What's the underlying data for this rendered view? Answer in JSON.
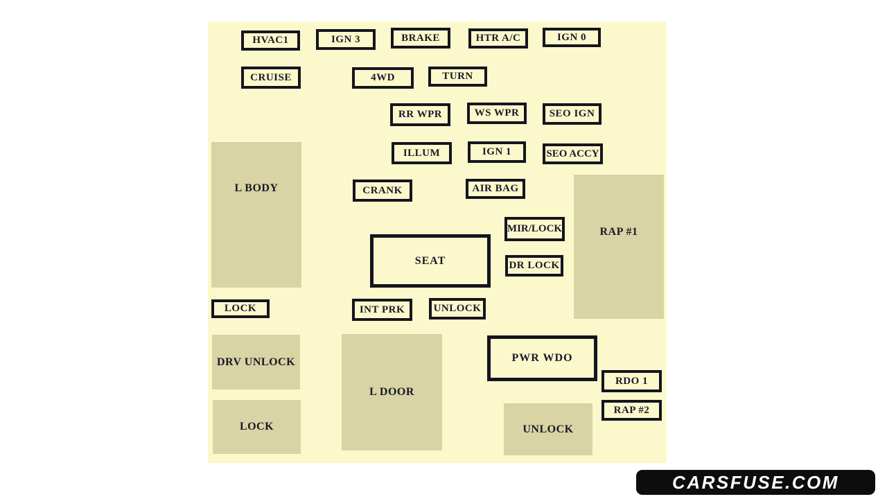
{
  "labels": {
    "hvac1": "HVAC1",
    "ign3": "IGN 3",
    "brake": "BRAKE",
    "htr_ac": "HTR A/C",
    "ign0": "IGN 0",
    "cruise": "CRUISE",
    "fourwd": "4WD",
    "turn": "TURN",
    "rr_wpr": "RR WPR",
    "ws_wpr": "WS WPR",
    "seo_ign": "SEO IGN",
    "illum": "ILLUM",
    "ign1": "IGN 1",
    "seo_accy": "SEO ACCY",
    "crank": "CRANK",
    "air_bag": "AIR BAG",
    "mir_lock": "MIR/LOCK",
    "seat": "SEAT",
    "dr_lock": "DR LOCK",
    "lock_mid": "LOCK",
    "int_prk": "INT PRK",
    "unlock_mid": "UNLOCK",
    "pwr_wdo": "PWR WDO",
    "rdo1": "RDO 1",
    "rap2": "RAP #2",
    "l_body": "L BODY",
    "rap1": "RAP #1",
    "drv_unlock": "DRV UNLOCK",
    "lock_bottom": "LOCK",
    "l_door": "L DOOR",
    "unlock_bottom": "UNLOCK"
  },
  "watermark": {
    "text": "CARSFUSE.COM"
  },
  "colors": {
    "page_background": "#ffffff",
    "panel_background": "#fbf8cb",
    "shaded_block": "#d8d4a4",
    "line_and_text": "#15151f",
    "watermark_background": "#0d0d0d",
    "watermark_text": "#ffffff"
  }
}
